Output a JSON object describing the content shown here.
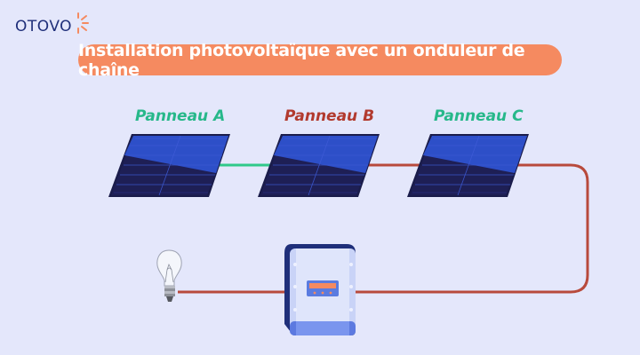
{
  "brand": {
    "name": "OTOVO",
    "accent_color": "#f58a60",
    "logo_color": "#1f2f7a"
  },
  "title": {
    "text": "Installation photovoltaïque avec un onduleur de chaîne",
    "background_color": "#f58a60",
    "text_color": "#ffffff"
  },
  "panels": [
    {
      "label": "Panneau A",
      "label_color": "#27b88a"
    },
    {
      "label": "Panneau B",
      "label_color": "#b23a2e"
    },
    {
      "label": "Panneau C",
      "label_color": "#27b88a"
    }
  ],
  "wires": {
    "a_to_b_color": "#2fc98a",
    "main_color": "#b84a3c"
  },
  "components": {
    "inverter": "string-inverter",
    "load": "light-bulb"
  }
}
